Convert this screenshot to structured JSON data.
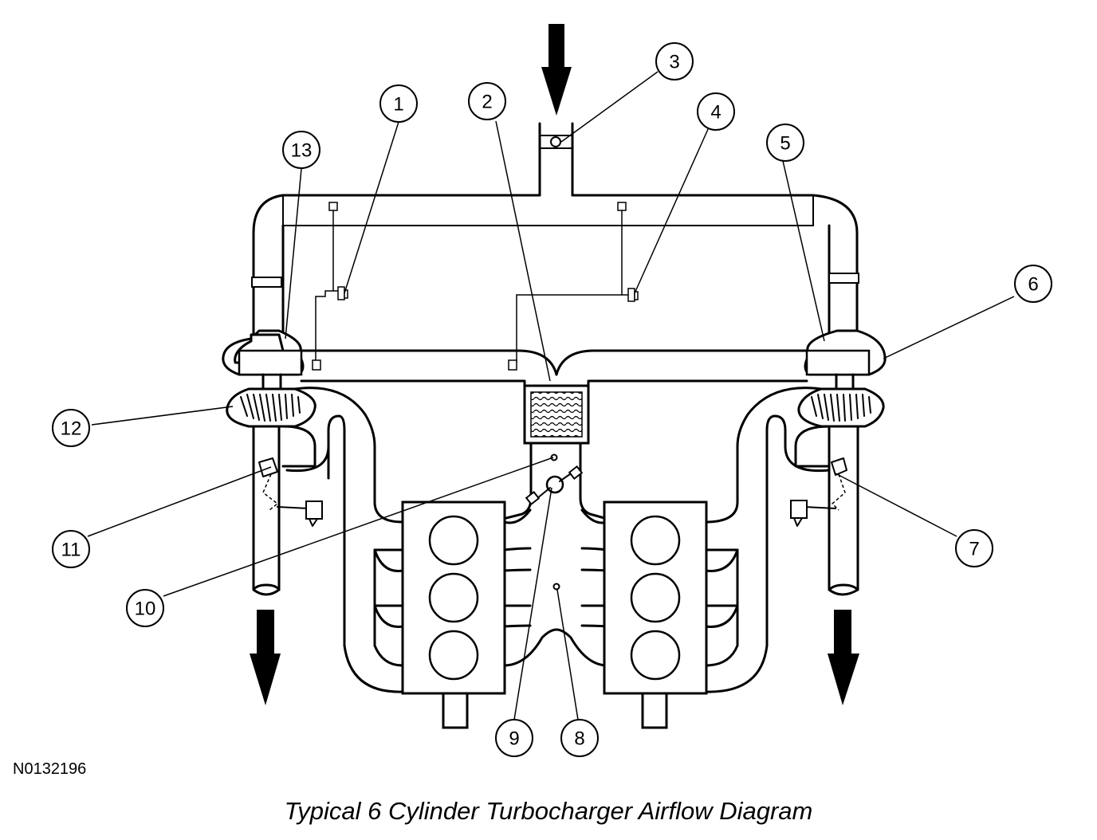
{
  "figure_id": "N0132196",
  "caption": "Typical 6 Cylinder Turbocharger Airflow Diagram",
  "callouts": [
    "1",
    "2",
    "3",
    "4",
    "5",
    "6",
    "7",
    "8",
    "9",
    "10",
    "11",
    "12",
    "13"
  ]
}
